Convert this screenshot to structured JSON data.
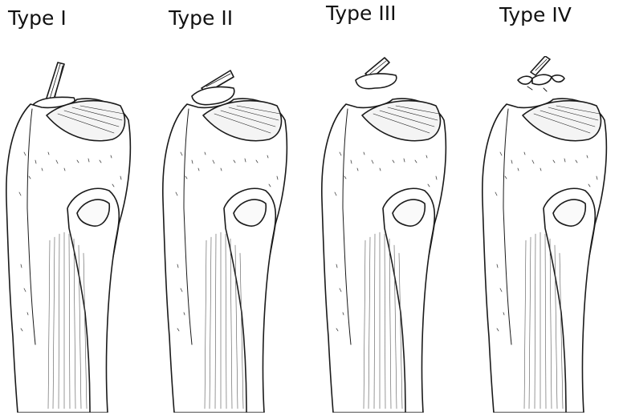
{
  "panels": [
    {
      "label": "Type I"
    },
    {
      "label": "Type II"
    },
    {
      "label": "Type III"
    },
    {
      "label": "Type IV"
    }
  ],
  "colors": {
    "ink": "#1a1a1a",
    "bone": "#ffffff",
    "shade": "#555555"
  }
}
